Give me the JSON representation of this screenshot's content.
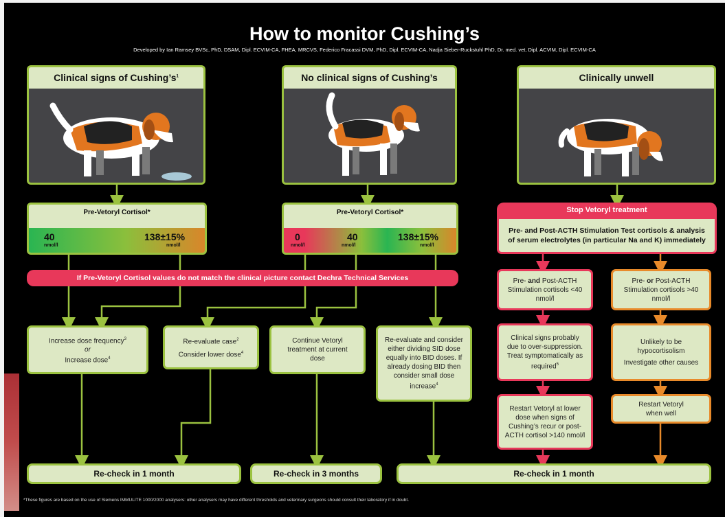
{
  "title": "How to monitor Cushing’s",
  "subtitle": "Developed by Ian Ramsey BVSc, PhD, DSAM, Dipl. ECVIM-CA, FHEA, MRCVS, Federico Fracassi DVM, PhD, Dipl. ECVIM-CA, Nadja Sieber-Ruckstuhl PhD, Dr. med. vet, Dipl. ACVIM, Dipl. ECVIM-CA",
  "columns": {
    "clinical": {
      "header": "Clinical signs of Cushing’s",
      "sup": "1"
    },
    "no_clinical": {
      "header": "No clinical signs of Cushing’s"
    },
    "unwell": {
      "header": "Clinically unwell"
    }
  },
  "cortisol_left": {
    "label": "Pre-Vetoryl Cortisol*",
    "low": "40",
    "high": "138±15%",
    "unit": "nmol/l"
  },
  "cortisol_mid": {
    "label": "Pre-Vetoryl Cortisol*",
    "zero": "0",
    "low": "40",
    "high": "138±15%",
    "unit": "nmol/l"
  },
  "warning": "If Pre-Vetoryl Cortisol values do not match the clinical picture contact Dechra Technical Services",
  "stop": "Stop Vetoryl treatment",
  "acth_test": "Pre- and Post-ACTH Stimulation Test cortisols & analysis of serum electrolytes (in particular Na and K) immediately",
  "actions": {
    "increase_1": "Increase dose frequency",
    "increase_1_sup": "3",
    "increase_or": "or",
    "increase_2": "Increase dose",
    "increase_2_sup": "4",
    "reeval_1": "Re-evaluate case",
    "reeval_1_sup": "2",
    "reeval_2": "Consider lower dose",
    "reeval_2_sup": "4",
    "continue": "Continue Vetoryl treatment at current dose",
    "split": "Re-evaluate and consider either dividing SID dose equally into BID doses. If already dosing BID then consider small dose increase",
    "split_sup": "4"
  },
  "unwell_red": {
    "acth_low_pre": "Pre- ",
    "acth_low_and": "and",
    "acth_low_post": " Post-ACTH Stimulation cortisols <40 nmol/l",
    "over_suppression": "Clinical signs probably due to over-suppression. Treat symptomatically as required",
    "over_suppression_sup": "5",
    "restart_low": "Restart Vetoryl at lower dose when signs of Cushing’s recur or post-ACTH cortisol >140 nmol/l"
  },
  "unwell_orange": {
    "acth_high_pre": "Pre- ",
    "acth_high_or": "or",
    "acth_high_post": " Post-ACTH Stimulation cortisols >40 nmol/l",
    "unlikely": "Unlikely to be hypocortisolism",
    "investigate": "Investigate other causes",
    "restart_well": "Restart Vetoryl when well"
  },
  "rechecks": {
    "left": "Re-check in 1 month",
    "mid": "Re-check in 3 months",
    "right": "Re-check in 1 month"
  },
  "footnote": "*These figures are based on the use of Siemens IMMULITE 1000/2000 analysers: other analysers may have different thresholds and veterinary surgeons should consult their laboratory if in doubt.",
  "colors": {
    "green": "#9bc240",
    "red": "#e8385a",
    "orange": "#e88a2a",
    "panel": "#dde8c4"
  }
}
